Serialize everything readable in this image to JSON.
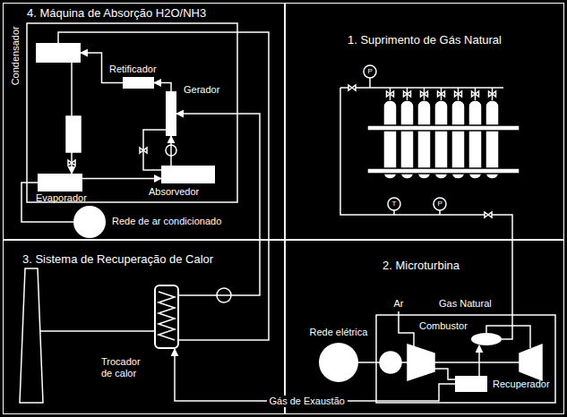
{
  "diagram": {
    "nodes": [
      {
        "text": [
          "4. Máquina de Absorção H2O/NH3"
        ]
      },
      {
        "text": [
          "Condensador"
        ],
        "in": 0
      },
      {
        "text": [
          "Retificador"
        ],
        "in": 0
      },
      {
        "text": [
          "Gerador"
        ],
        "in": 0
      },
      {
        "text": [
          "Evaporador"
        ],
        "in": 0
      },
      {
        "text": [
          "Absorvedor"
        ],
        "in": 0
      },
      {
        "text": [
          "Rede de ar condicionado"
        ],
        "in": 0
      },
      {
        "text": [
          "1. Suprimento de Gás Natural"
        ]
      },
      {
        "text": [
          "3. Sistema de Recuperação de Calor"
        ]
      },
      {
        "text": [
          "Trocador de calor"
        ],
        "in": 8
      },
      {
        "text": [
          "2. Microturbina"
        ]
      },
      {
        "text": [
          "Rede elétrica"
        ],
        "in": 10
      },
      {
        "text": [
          "Combustor"
        ],
        "in": 10
      },
      {
        "text": [
          "Recuperador"
        ],
        "in": 10
      }
    ],
    "edges": [
      {
        "from": 3,
        "to": 2,
        "arrow": "to"
      },
      {
        "from": 2,
        "to": 1,
        "arrow": "to"
      },
      {
        "from": 1,
        "to": 4,
        "arrow": "to"
      },
      {
        "from": 4,
        "to": 5,
        "arrow": "to"
      },
      {
        "from": 5,
        "to": 3,
        "arrow": "to"
      },
      {
        "from": 4,
        "to": 6,
        "arrow": "none"
      },
      {
        "from": 9,
        "to": 3,
        "arrow": "to"
      },
      {
        "from": 13,
        "to": 9,
        "label": "Gás de Exaustão",
        "arrow": "to"
      },
      {
        "from": 13,
        "to": 12,
        "arrow": "to"
      }
    ],
    "labels": [
      "P",
      "T",
      "P",
      "Ar",
      "Gas Natural"
    ]
  }
}
